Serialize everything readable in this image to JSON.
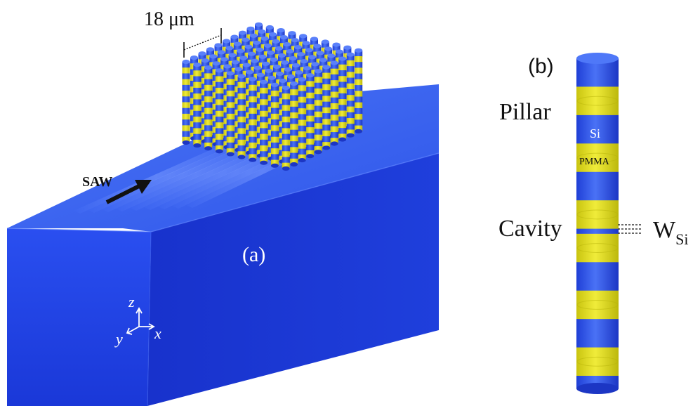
{
  "panel_a": {
    "label": "(a)",
    "scale_label": "18 μm",
    "wave_label": "SAW",
    "axes": {
      "z": "z",
      "y": "y",
      "x": "x"
    }
  },
  "panel_b": {
    "label": "(b)",
    "pillar_label": "Pillar",
    "si_label": "Si",
    "pmma_label": "PMMA",
    "cavity_label": "Cavity",
    "width_label": "W",
    "width_subscript": "Si"
  },
  "colors": {
    "substrate_top": "#3a63ee",
    "substrate_front": "#1f40e6",
    "substrate_side": "#1632c8",
    "si_blue": "#2a4fe8",
    "pmma_yellow": "#dcd820",
    "arrow": "#111111"
  }
}
